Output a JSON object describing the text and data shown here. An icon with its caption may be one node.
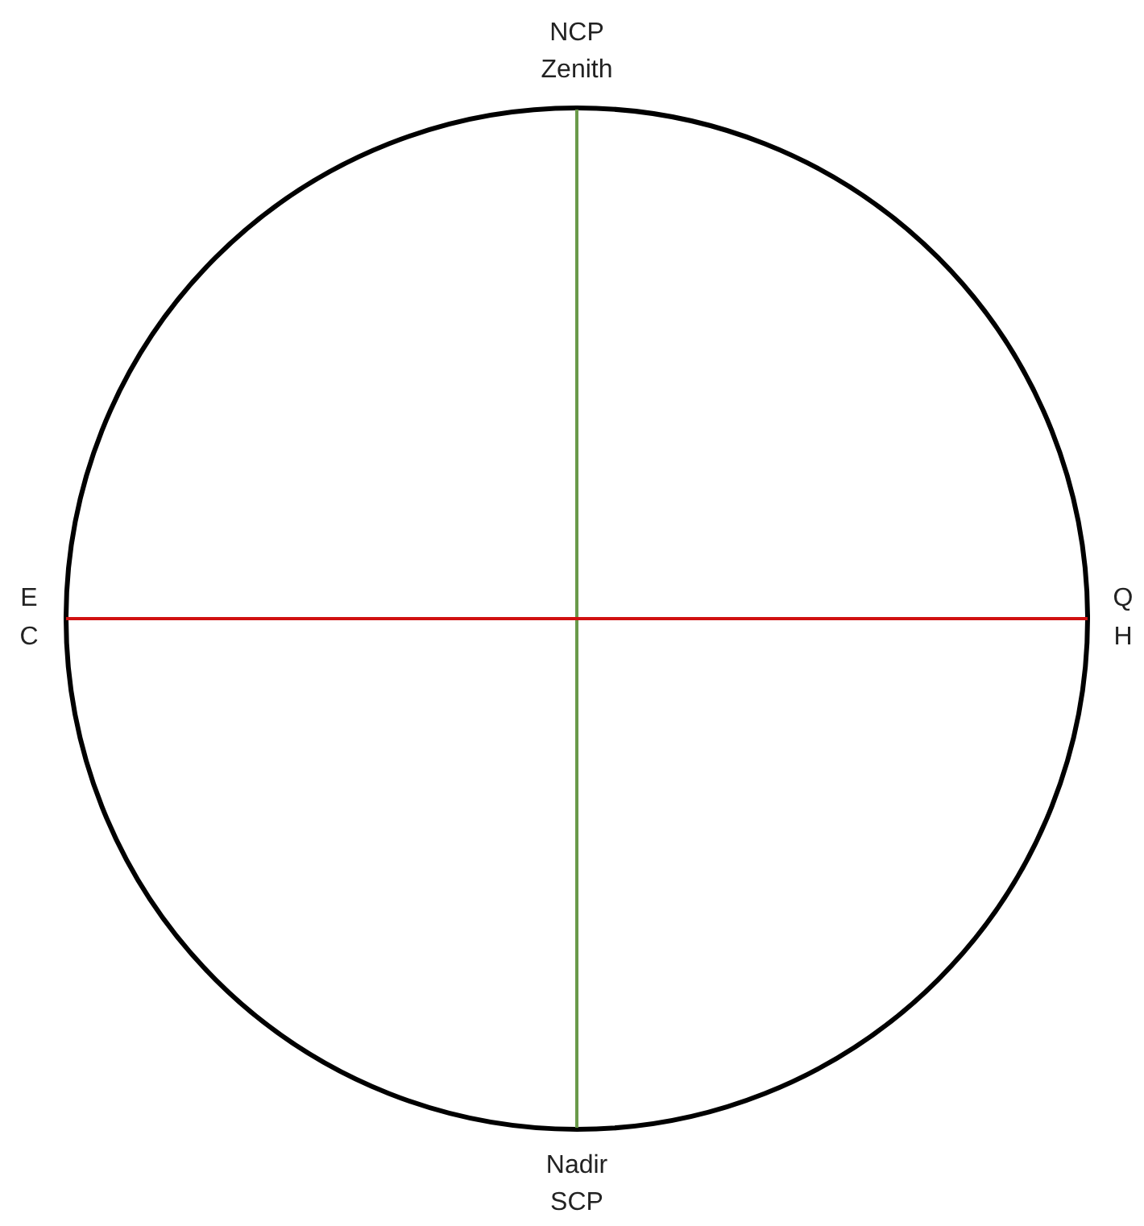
{
  "diagram": {
    "labels": [
      "NCP",
      "Zenith",
      "E",
      "Q",
      "C",
      "H",
      "Nadir",
      "SCP"
    ]
  }
}
